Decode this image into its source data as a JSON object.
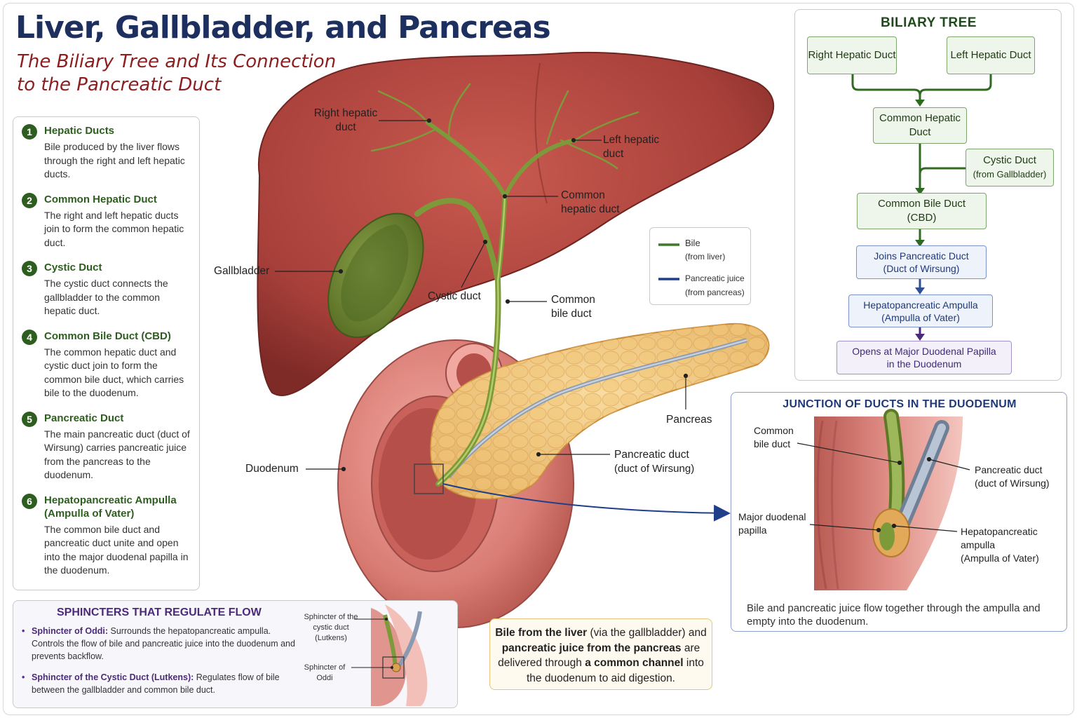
{
  "header": {
    "title": "Liver, Gallbladder, and Pancreas",
    "subtitle": "The Biliary Tree and Its Connection to the Pancreatic Duct"
  },
  "steps": [
    {
      "num": "1",
      "title": "Hepatic Ducts",
      "text": "Bile produced by the liver flows through the right and left hepatic ducts."
    },
    {
      "num": "2",
      "title": "Common Hepatic Duct",
      "text": "The right and left hepatic ducts join to form the common hepatic duct."
    },
    {
      "num": "3",
      "title": "Cystic Duct",
      "text": "The cystic duct connects the gallbladder to the common hepatic duct."
    },
    {
      "num": "4",
      "title": "Common Bile Duct (CBD)",
      "text": "The common hepatic duct and cystic duct join to form the common bile duct, which carries bile to the duodenum."
    },
    {
      "num": "5",
      "title": "Pancreatic Duct",
      "text": "The main pancreatic duct (duct of Wirsung) carries pancreatic juice from the pancreas to the duodenum."
    },
    {
      "num": "6",
      "title": "Hepatopancreatic Ampulla (Ampulla of Vater)",
      "text": "The common bile duct and pancreatic duct unite and open into the major duodenal papilla in the duodenum."
    }
  ],
  "sphincters": {
    "title": "SPHINCTERS THAT REGULATE FLOW",
    "items": [
      {
        "name": "Sphincter of Oddi:",
        "text": "Surrounds the hepatopancreatic ampulla. Controls the flow of bile and pancreatic juice into the duodenum and prevents backflow."
      },
      {
        "name": "Sphincter of the Cystic Duct (Lutkens):",
        "text": "Regulates flow of bile between the gallbladder and common bile duct."
      }
    ],
    "labels": {
      "cystic": "Sphincter of the cystic duct (Lutkens)",
      "oddi": "Sphincter of Oddi"
    }
  },
  "anatomy_labels": {
    "right_hepatic": "Right hepatic duct",
    "left_hepatic": "Left hepatic duct",
    "common_hepatic": "Common hepatic duct",
    "gallbladder": "Gallbladder",
    "cystic_duct": "Cystic duct",
    "common_bile": "Common bile duct",
    "pancreas": "Pancreas",
    "pancreatic_duct": "Pancreatic duct",
    "pancreatic_duct_sub": "(duct of Wirsung)",
    "duodenum": "Duodenum"
  },
  "legend": {
    "bile": "Bile",
    "bile_sub": "(from liver)",
    "pancreatic": "Pancreatic juice",
    "pancreatic_sub": "(from pancreas)",
    "bile_color": "#3f7a2a",
    "pancreatic_color": "#1f3f8a"
  },
  "callout": {
    "parts": [
      "Bile from the liver",
      " (via the gallbladder) and ",
      "pancreatic juice from the pancreas",
      " are delivered through ",
      "a common channel",
      " into the duodenum to aid digestion."
    ]
  },
  "tree": {
    "title": "BILIARY TREE",
    "right": "Right Hepatic Duct",
    "left": "Left Hepatic Duct",
    "common_hepatic": "Common Hepatic Duct",
    "cystic": "Cystic Duct",
    "cystic_sub": "(from Gallbladder)",
    "cbd": "Common Bile Duct",
    "cbd_sub": "(CBD)",
    "joins": "Joins Pancreatic Duct",
    "joins_sub": "(Duct of Wirsung)",
    "ampulla": "Hepatopancreatic Ampulla",
    "ampulla_sub": "(Ampulla of Vater)",
    "opens": "Opens at Major Duodenal Papilla",
    "opens_sub": "in the Duodenum"
  },
  "junction": {
    "title": "JUNCTION OF DUCTS IN THE DUODENUM",
    "common_bile": "Common bile duct",
    "pancreatic": "Pancreatic duct",
    "pancreatic_sub": "(duct of Wirsung)",
    "papilla": "Major duodenal papilla",
    "ampulla": "Hepatopancreatic ampulla",
    "ampulla_sub": "(Ampulla of Vater)",
    "caption": "Bile and pancreatic juice flow together through the ampulla and empty into the duodenum."
  }
}
